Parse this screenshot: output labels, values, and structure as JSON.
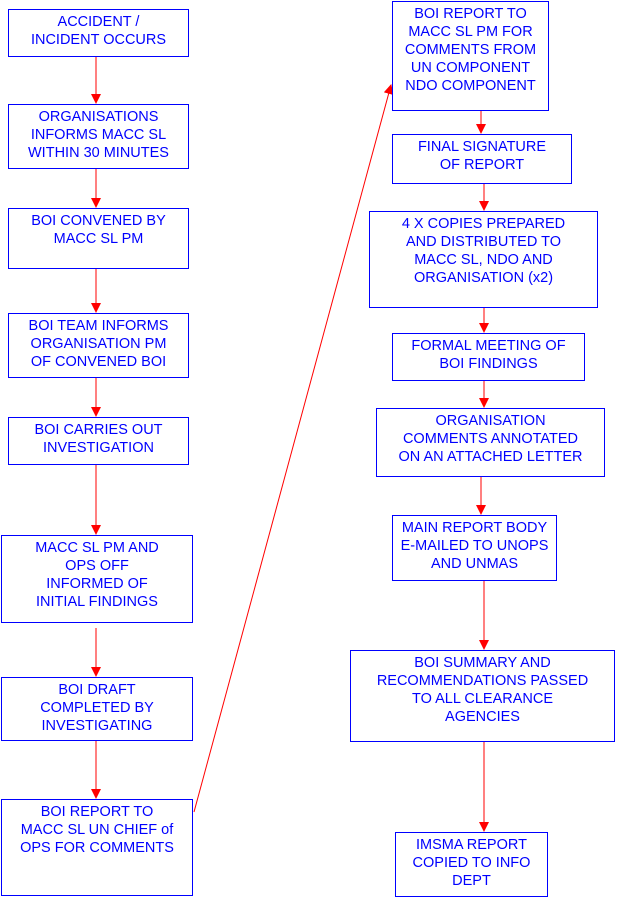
{
  "colors": {
    "box": "#0000ff",
    "arrow": "#ff0000"
  },
  "left_column": [
    {
      "text": "ACCIDENT /\nINCIDENT OCCURS"
    },
    {
      "text": "ORGANISATIONS\nINFORMS MACC SL\nWITHIN 30 MINUTES"
    },
    {
      "text": "BOI CONVENED BY\nMACC SL PM"
    },
    {
      "text": "BOI TEAM INFORMS\nORGANISATION PM\nOF CONVENED BOI"
    },
    {
      "text": "BOI CARRIES OUT\nINVESTIGATION"
    },
    {
      "text": "MACC SL PM AND\nOPS OFF\nINFORMED OF\nINITIAL FINDINGS"
    },
    {
      "text": "BOI DRAFT\nCOMPLETED BY\nINVESTIGATING"
    },
    {
      "text": "BOI REPORT TO\nMACC SL UN CHIEF of\nOPS FOR COMMENTS"
    }
  ],
  "right_column": [
    {
      "text": "BOI REPORT TO\nMACC SL PM FOR\nCOMMENTS FROM\nUN COMPONENT\nNDO COMPONENT"
    },
    {
      "text": "FINAL SIGNATURE\nOF REPORT"
    },
    {
      "text": "4 X COPIES PREPARED\nAND DISTRIBUTED TO\nMACC SL, NDO AND\nORGANISATION (x2)"
    },
    {
      "text": "FORMAL MEETING OF\nBOI FINDINGS"
    },
    {
      "text": "ORGANISATION\nCOMMENTS ANNOTATED\nON AN ATTACHED LETTER"
    },
    {
      "text": "MAIN REPORT BODY\nE-MAILED TO UNOPS\nAND UNMAS"
    },
    {
      "text": "BOI SUMMARY AND\nRECOMMENDATIONS PASSED\nTO ALL CLEARANCE\nAGENCIES"
    },
    {
      "text": "IMSMA REPORT\nCOPIED TO INFO\nDEPT"
    }
  ]
}
